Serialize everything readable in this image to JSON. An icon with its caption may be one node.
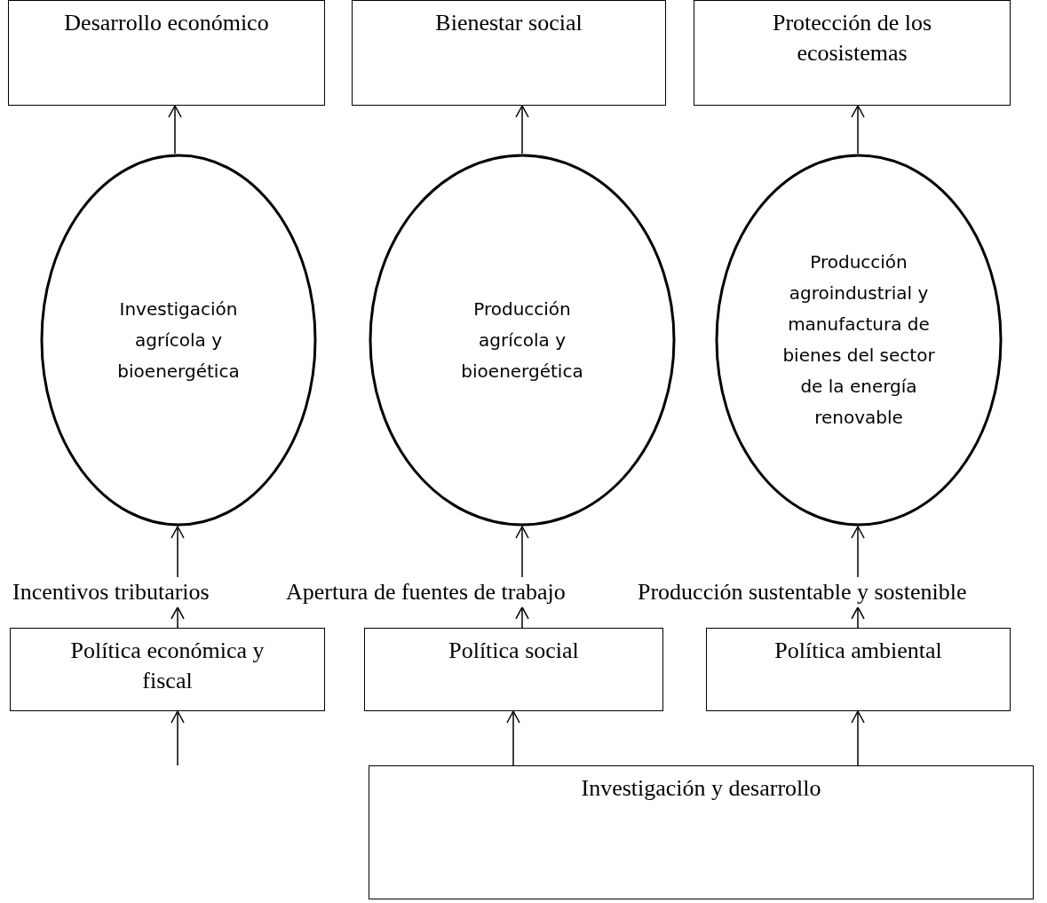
{
  "diagram": {
    "nodes": [
      {
        "text": [
          "Desarrollo económico"
        ]
      },
      {
        "text": [
          "Bienestar social"
        ]
      },
      {
        "text": [
          "Protección de los ecosistemas"
        ]
      },
      {
        "text": [
          "Investigación agrícola y bioenergética"
        ]
      },
      {
        "text": [
          "Producción agrícola y bioenergética"
        ]
      },
      {
        "text": [
          "Producción agroindustrial y manufactura de bienes del sector de la energía renovable"
        ]
      },
      {
        "text": [
          "Incentivos tributarios"
        ]
      },
      {
        "text": [
          "Apertura de fuentes de trabajo"
        ]
      },
      {
        "text": [
          "Producción sustentable y sostenible"
        ]
      },
      {
        "text": [
          "Política económica y fiscal"
        ]
      },
      {
        "text": [
          "Política social"
        ]
      },
      {
        "text": [
          "Política ambiental"
        ]
      },
      {
        "text": [
          "Investigación y desarrollo"
        ]
      }
    ],
    "edges": [
      {
        "from": 3,
        "to": 0,
        "arrow": "to"
      },
      {
        "from": 4,
        "to": 1,
        "arrow": "to"
      },
      {
        "from": 5,
        "to": 2,
        "arrow": "to"
      },
      {
        "from": 6,
        "to": 3,
        "arrow": "to"
      },
      {
        "from": 7,
        "to": 4,
        "arrow": "to"
      },
      {
        "from": 8,
        "to": 5,
        "arrow": "to"
      },
      {
        "from": 9,
        "to": 6,
        "arrow": "to"
      },
      {
        "from": 10,
        "to": 7,
        "arrow": "to"
      },
      {
        "from": 11,
        "to": 8,
        "arrow": "to"
      },
      {
        "from": null,
        "to": 9,
        "arrow": "to"
      },
      {
        "from": 12,
        "to": 10,
        "arrow": "to"
      },
      {
        "from": 12,
        "to": 11,
        "arrow": "to"
      }
    ]
  }
}
